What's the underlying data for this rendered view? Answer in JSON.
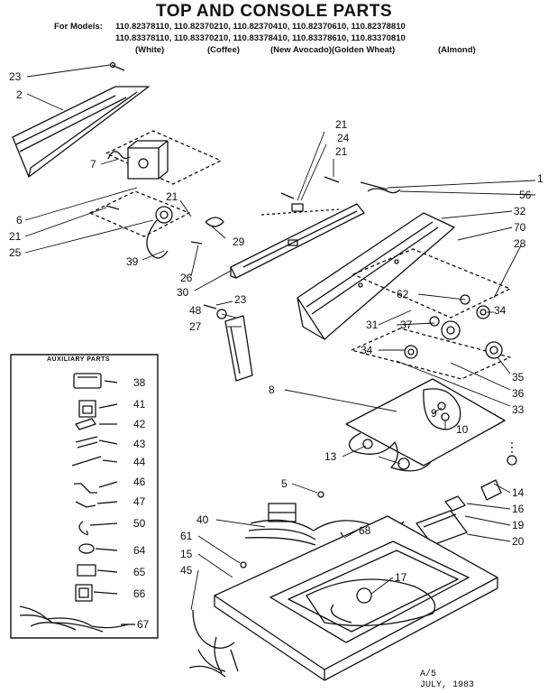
{
  "title": "TOP AND CONSOLE PARTS",
  "models_label": "For Models:",
  "models_row1": "110.82378110, 110.82370210, 110.82370410, 110.82370610, 110.82378810",
  "models_row2": "110.83378110, 110.83370210, 110.83378410, 110.83378610, 110.83370810",
  "colors": [
    "(White)",
    "(Coffee)",
    "(New Avocado)(Golden Wheat)",
    "(Almond)"
  ],
  "auxiliary_title": "AUXILIARY PARTS",
  "callouts": {
    "c23a": "23",
    "c2": "2",
    "c7": "7",
    "c6": "6",
    "c21a": "21",
    "c25": "25",
    "c21b": "21",
    "c39": "39",
    "c29": "29",
    "c26": "26",
    "c30": "30",
    "c23b": "23",
    "c48": "48",
    "c27": "27",
    "c21c": "21",
    "c24": "24",
    "c21d": "21",
    "c1": "1",
    "c56": "56",
    "c32": "32",
    "c70": "70",
    "c28": "28",
    "c62": "62",
    "c34a": "34",
    "c31": "31",
    "c37": "37",
    "c34b": "34",
    "c35": "35",
    "c36": "36",
    "c33": "33",
    "c8": "8",
    "c9": "9",
    "c10": "10",
    "c13": "13",
    "c14": "14",
    "c16": "16",
    "c19": "19",
    "c20": "20",
    "c5": "5",
    "c40": "40",
    "c68": "68",
    "c61": "61",
    "c15": "15",
    "c45": "45",
    "c17": "17",
    "c38": "38",
    "c41": "41",
    "c42": "42",
    "c43": "43",
    "c44": "44",
    "c46": "46",
    "c47": "47",
    "c50": "50",
    "c64": "64",
    "c65": "65",
    "c66": "66",
    "c67": "67"
  },
  "footer_code": "A/5",
  "footer_date": "JULY, 1983"
}
